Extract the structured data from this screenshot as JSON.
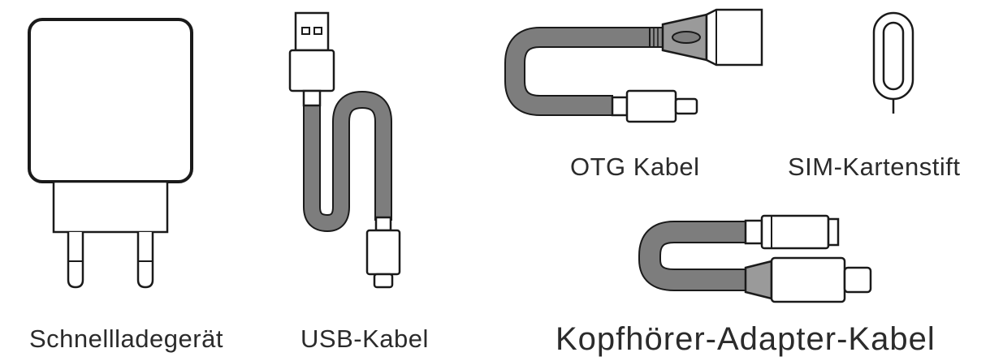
{
  "labels": {
    "charger": "Schnellladegerät",
    "usb_cable": "USB-Kabel",
    "otg_cable": "OTG Kabel",
    "sim_pin": "SIM-Kartenstift",
    "headphone_adapter": "Kopfhörer-Adapter-Kabel"
  },
  "colors": {
    "outline": "#1a1a1a",
    "cable": "#7d7d7d",
    "connector_body": "#9a9a9a",
    "text": "#2b2b2b",
    "background": "#ffffff"
  }
}
